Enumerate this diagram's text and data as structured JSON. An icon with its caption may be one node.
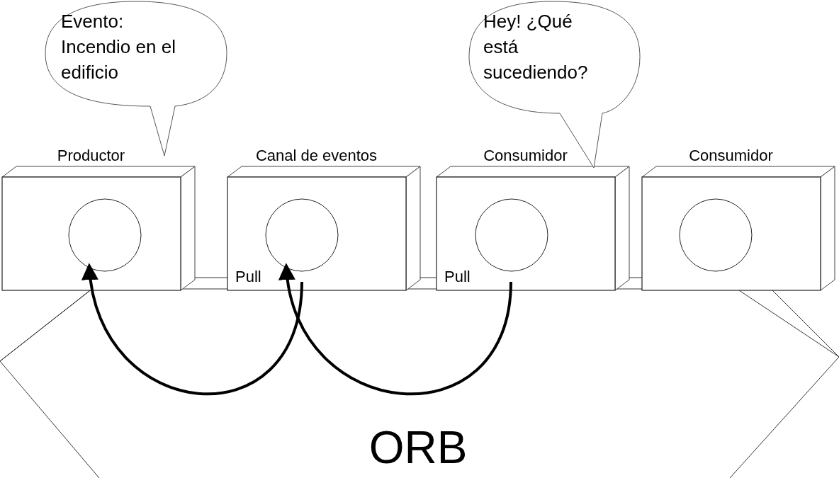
{
  "diagram": {
    "nodes": [
      {
        "text": [
          "Productor"
        ]
      },
      {
        "text": [],
        "shape": "circle",
        "in": 0
      },
      {
        "text": [
          "Canal de eventos",
          "Pull"
        ]
      },
      {
        "text": [],
        "shape": "circle",
        "in": 2
      },
      {
        "text": [
          "Consumidor",
          "Pull"
        ]
      },
      {
        "text": [],
        "shape": "circle",
        "in": 4
      },
      {
        "text": [
          "Consumidor"
        ]
      },
      {
        "text": [],
        "shape": "circle",
        "in": 6
      },
      {
        "text": [
          "ORB"
        ]
      },
      {
        "text": [
          "Evento: Incendio en el edificio"
        ]
      },
      {
        "text": [
          "Hey! ¿Qué está sucediendo?"
        ]
      }
    ],
    "edges": [
      {
        "from": 2,
        "to": 1,
        "arrow": "to"
      },
      {
        "from": 4,
        "to": 3,
        "arrow": "to"
      }
    ]
  }
}
